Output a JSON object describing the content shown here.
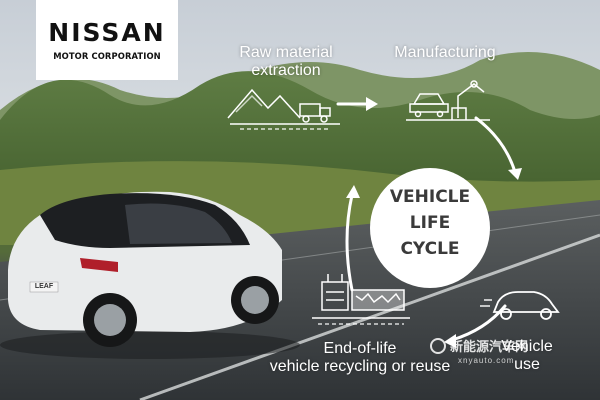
{
  "brand": {
    "name": "NISSAN",
    "subtitle": "MOTOR CORPORATION"
  },
  "cycle": {
    "center_lines": [
      "VEHICLE",
      "LIFE",
      "CYCLE"
    ],
    "stages": {
      "raw_material": [
        "Raw material",
        "extraction"
      ],
      "manufacturing": [
        "Manufacturing"
      ],
      "vehicle_use": [
        "Vehicle",
        "use"
      ],
      "end_of_life": [
        "End-of-life",
        "vehicle recycling or reuse"
      ]
    }
  },
  "car": {
    "plate": "LEAF"
  },
  "watermark": {
    "text": "新能源汽车网",
    "url": "xnyauto.com"
  },
  "colors": {
    "logo_bg": "#ffffff",
    "text_white": "#ffffff",
    "center_disc": "#ffffff",
    "car_body": "#e9ebec",
    "car_roof": "#1d1f22"
  }
}
